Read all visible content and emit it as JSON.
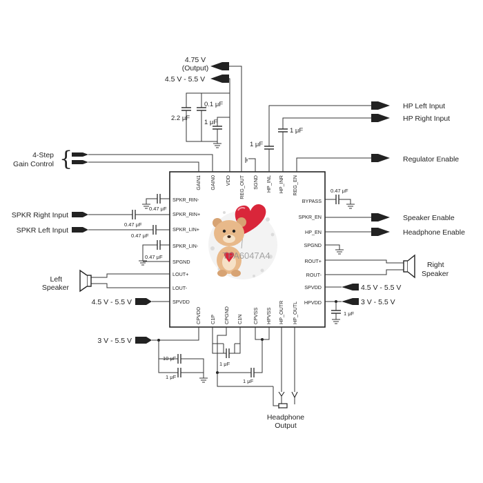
{
  "ic": {
    "part_number": "TPA6047A4",
    "pins_top": [
      "GAIN1",
      "GAIN0",
      "VDD",
      "REG_OUT",
      "SGND",
      "HP_INL",
      "HP_INR",
      "REG_EN"
    ],
    "pins_left": [
      "SPKR_RIN-",
      "SPKR_RIN+",
      "SPKR_LIN+",
      "SPKR_LIN-",
      "SPGND",
      "LOUT+",
      "LOUT-",
      "SPVDD"
    ],
    "pins_right": [
      "BYPASS",
      "SPKR_EN",
      "HP_EN",
      "SPGND",
      "ROUT+",
      "ROUT-",
      "SPVDD",
      "HPVDD"
    ],
    "pins_bottom": [
      "CPVDD",
      "C1P",
      "CPGND",
      "C1N",
      "CPVSS",
      "HPVSS",
      "HP_OUTR",
      "HP_OUTL"
    ]
  },
  "labels": {
    "output_voltage": "4.75 V",
    "output_voltage_sub": "(Output)",
    "vdd_supply": "4.5 V - 5.5 V",
    "hp_left_input": "HP Left Input",
    "hp_right_input": "HP Right Input",
    "regulator_enable": "Regulator Enable",
    "gain_control_l1": "4-Step",
    "gain_control_l2": "Gain Control",
    "spkr_right_input": "SPKR Right Input",
    "spkr_left_input": "SPKR Left Input",
    "left_speaker_l1": "Left",
    "left_speaker_l2": "Speaker",
    "spvdd_left_supply": "4.5 V - 5.5 V",
    "speaker_enable": "Speaker Enable",
    "headphone_enable": "Headphone Enable",
    "right_speaker_l1": "Right",
    "right_speaker_l2": "Speaker",
    "spvdd_right_supply": "4.5 V - 5.5 V",
    "hpvdd_supply": "3 V - 5.5 V",
    "cpvdd_supply": "3 V - 5.5 V",
    "headphone_output_l1": "Headphone",
    "headphone_output_l2": "Output"
  },
  "caps": {
    "c_2u2": "2.2 μF",
    "c_0u1": "0.1 μF",
    "c_1u_vdd": "1 μF",
    "c_1u_inl": "1 μF",
    "c_1u_inr": "1 μF",
    "c_bypass": "0.47 μF",
    "c_rin_minus": "0.47 μF",
    "c_rin_plus": "0.47 μF",
    "c_lin_plus": "0.47 μF",
    "c_lin_minus": "0.47 μF",
    "c_hpvdd": "1 μF",
    "c_cpvdd_10u": "10 μF",
    "c_cpvdd_1u": "1 μF",
    "c_flying": "1 μF",
    "c_cpvss": "1 μF"
  },
  "colors": {
    "ink": "#222222",
    "balloon": "#d9263a",
    "bear": "#e8b98a"
  }
}
